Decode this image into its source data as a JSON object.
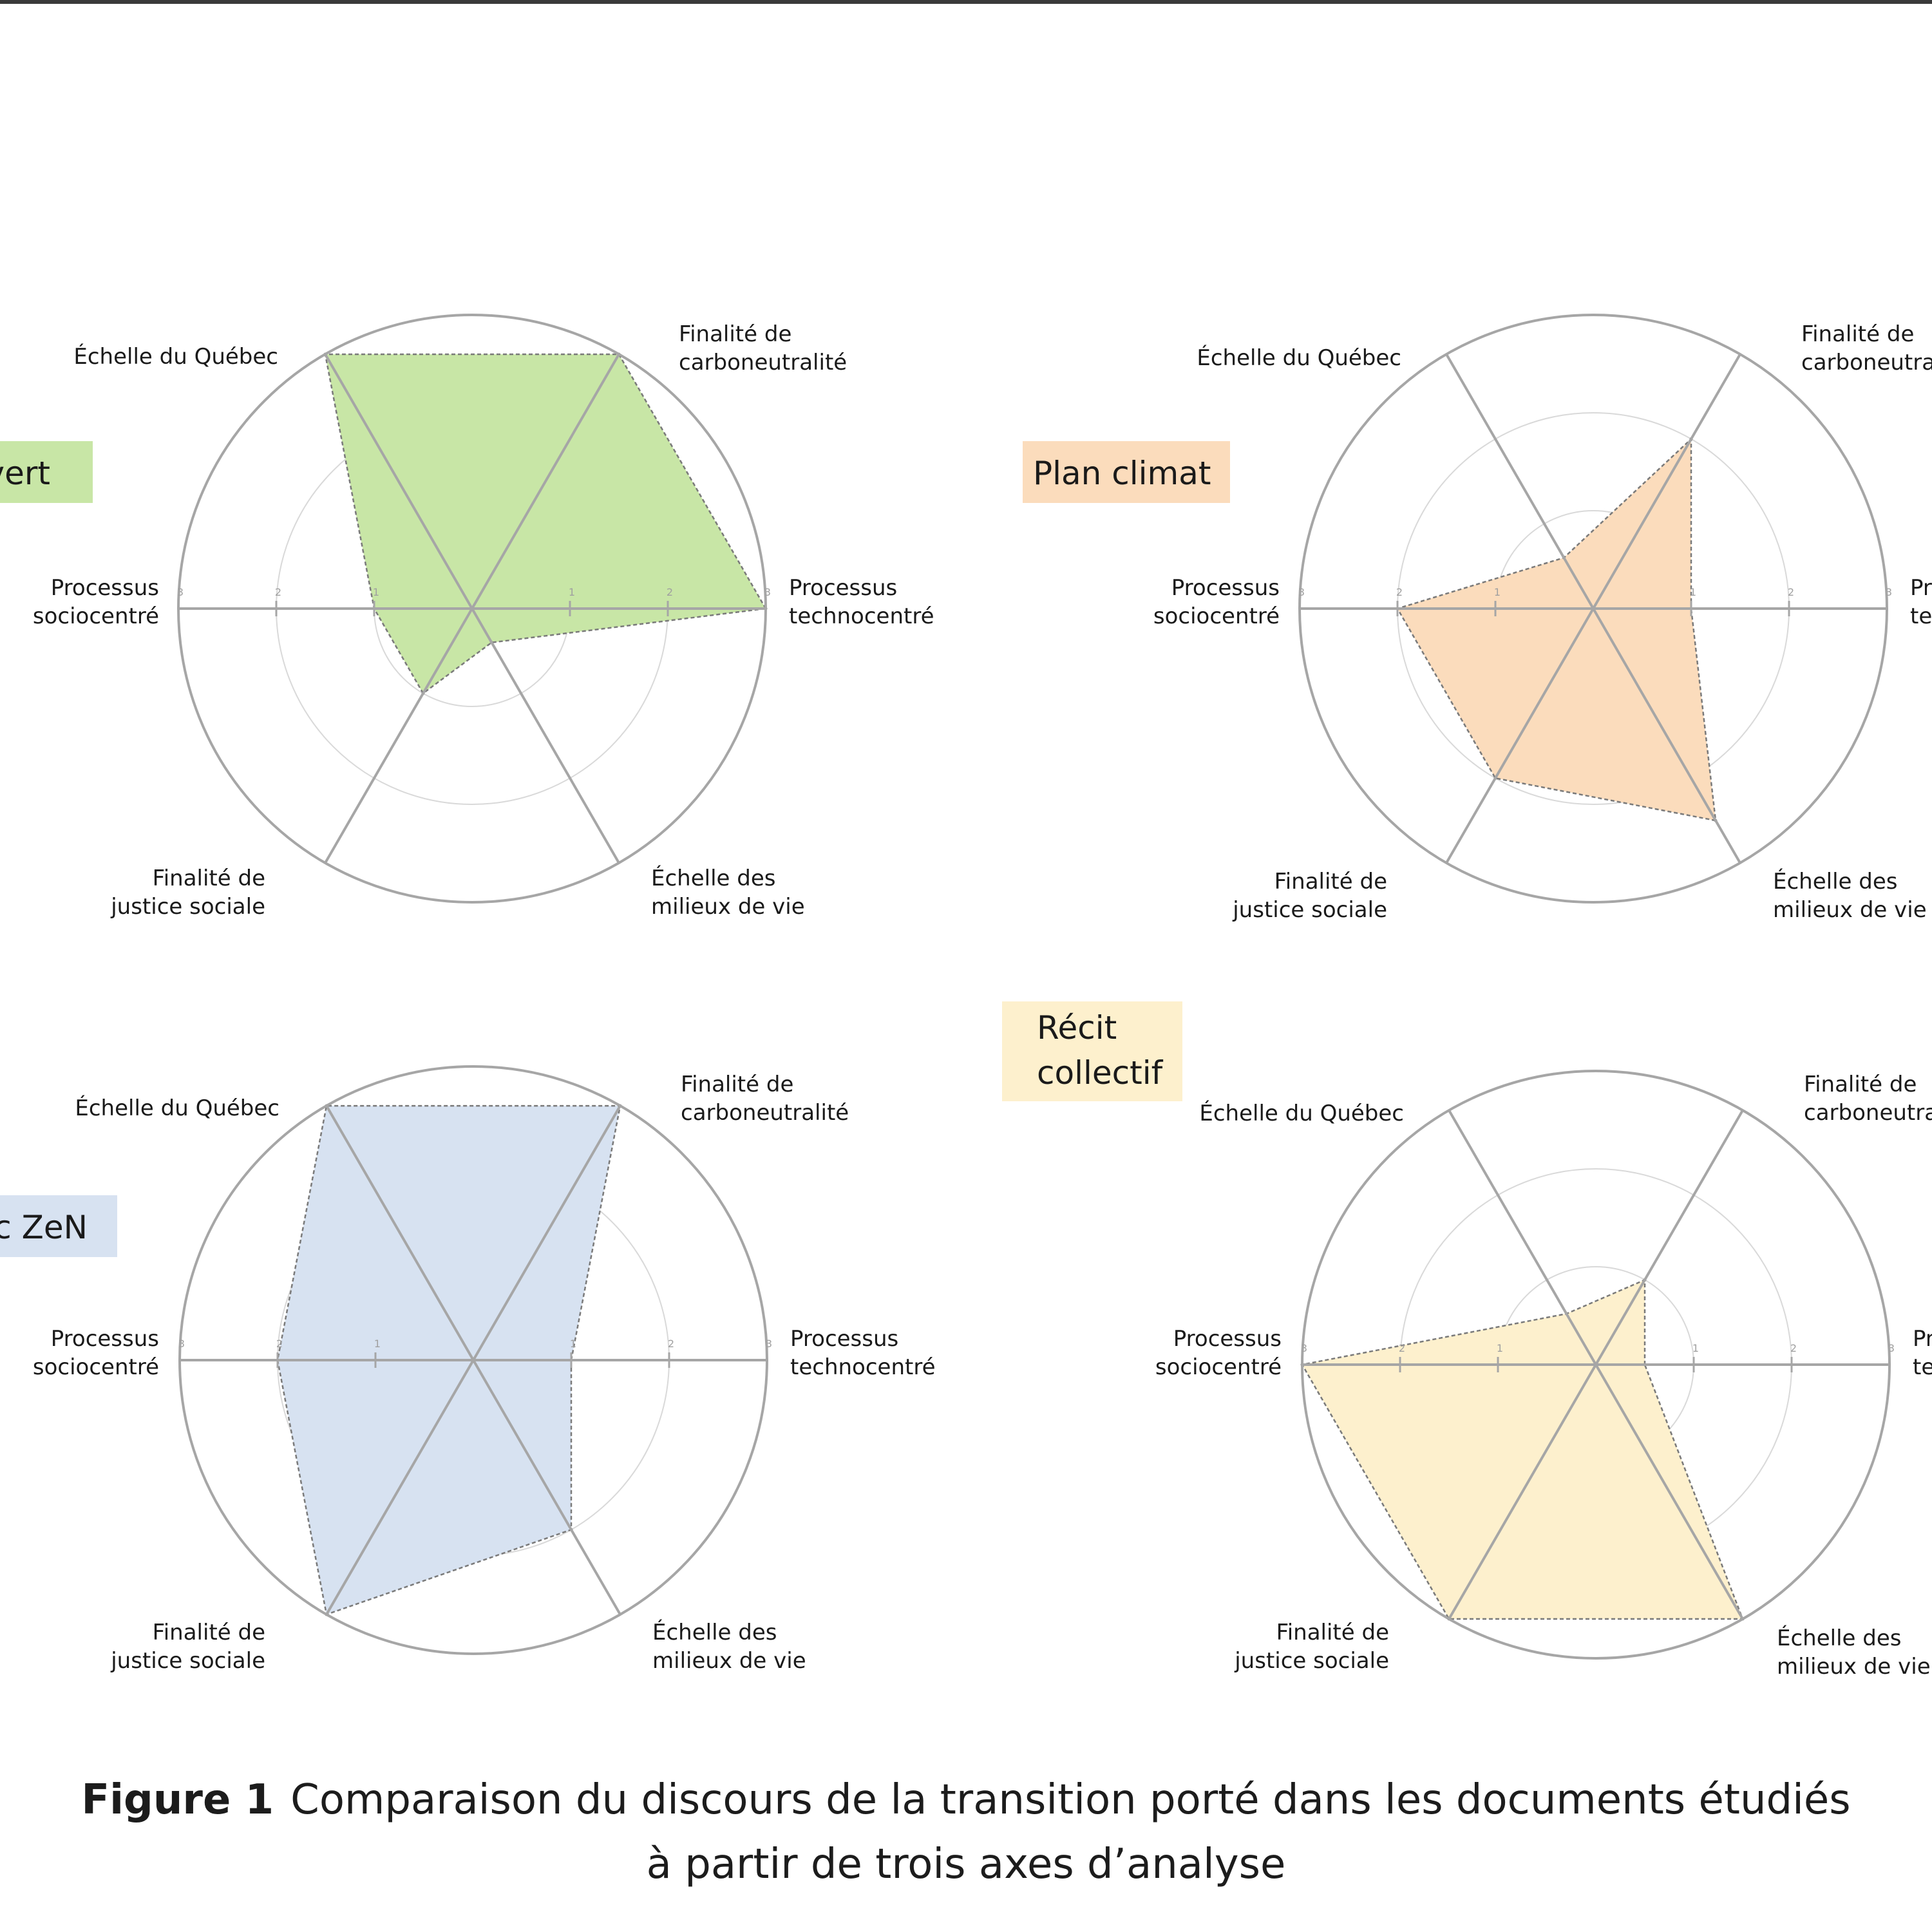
{
  "caption": {
    "label": "Figure 1",
    "line1": "Comparaison du discours de la transition porté dans les documents étudiés",
    "line2": "à partir de trois axes d’analyse"
  },
  "chart_data": [
    {
      "type": "radar",
      "doc_label": "vert",
      "fill_color": "#c8e6a6",
      "label_bg": "#c8e6a6",
      "range": [
        0,
        3
      ],
      "ticks": [
        "3",
        "2",
        "1",
        "1",
        "2",
        "3"
      ],
      "axes": [
        "Processus technocentré",
        "Finalité de carboneutralité",
        "Échelle du Québec",
        "Processus sociocentré",
        "Finalité de justice sociale",
        "Échelle des milieux de vie"
      ],
      "axis_labels": [
        [
          "Processus",
          "technocentré"
        ],
        [
          "Finalité de",
          "carboneutralité"
        ],
        [
          "Échelle du Québec"
        ],
        [
          "Processus",
          "sociocentré"
        ],
        [
          "Finalité de",
          "justice sociale"
        ],
        [
          "Échelle des",
          "milieux de vie"
        ]
      ],
      "values": [
        3,
        3,
        3,
        1,
        1,
        0.4
      ]
    },
    {
      "type": "radar",
      "doc_label": "Plan climat",
      "fill_color": "#fbdcbc",
      "label_bg": "#fbdcbc",
      "range": [
        0,
        3
      ],
      "ticks": [
        "3",
        "2",
        "1",
        "1",
        "2",
        "3"
      ],
      "axes": [
        "Processus technocentré",
        "Finalité de carboneutralité",
        "Échelle du Québec",
        "Processus sociocentré",
        "Finalité de justice sociale",
        "Échelle des milieux de vie"
      ],
      "axis_labels": [
        [
          "Pr",
          "te"
        ],
        [
          "Finalité de",
          "carboneutrali"
        ],
        [
          "Échelle du Québec"
        ],
        [
          "Processus",
          "sociocentré"
        ],
        [
          "Finalité de",
          "justice sociale"
        ],
        [
          "Échelle des",
          "milieux de vie"
        ]
      ],
      "values": [
        1,
        2,
        0.6,
        2,
        2,
        2.5
      ]
    },
    {
      "type": "radar",
      "doc_label": "ec ZeN",
      "fill_color": "#d7e2f1",
      "label_bg": "#d7e2f1",
      "range": [
        0,
        3
      ],
      "ticks": [
        "3",
        "2",
        "1",
        "1",
        "2",
        "3"
      ],
      "axes": [
        "Processus technocentré",
        "Finalité de carboneutralité",
        "Échelle du Québec",
        "Processus sociocentré",
        "Finalité de justice sociale",
        "Échelle des milieux de vie"
      ],
      "axis_labels": [
        [
          "Processus",
          "technocentré"
        ],
        [
          "Finalité de",
          "carboneutralité"
        ],
        [
          "Échelle du Québec"
        ],
        [
          "Processus",
          "sociocentré"
        ],
        [
          "Finalité de",
          "justice sociale"
        ],
        [
          "Échelle des",
          "milieux de vie"
        ]
      ],
      "values": [
        1,
        3,
        3,
        2,
        3,
        2
      ]
    },
    {
      "type": "radar",
      "doc_label": "Récit collectif",
      "doc_label_lines": [
        "Récit",
        "collectif"
      ],
      "fill_color": "#fdf0cd",
      "label_bg": "#fdf0cd",
      "range": [
        0,
        3
      ],
      "ticks": [
        "3",
        "2",
        "1",
        "1",
        "2",
        "3"
      ],
      "axes": [
        "Processus technocentré",
        "Finalité de carboneutralité",
        "Échelle du Québec",
        "Processus sociocentré",
        "Finalité de justice sociale",
        "Échelle des milieux de vie"
      ],
      "axis_labels": [
        [
          "Pr",
          "te"
        ],
        [
          "Finalité de",
          "carboneutral"
        ],
        [
          "Échelle du Québec"
        ],
        [
          "Processus",
          "sociocentré"
        ],
        [
          "Finalité de",
          "justice sociale"
        ],
        [
          "Échelle des",
          "milieux de vie"
        ]
      ],
      "values": [
        0.5,
        1,
        0.6,
        3,
        3,
        3
      ]
    }
  ]
}
